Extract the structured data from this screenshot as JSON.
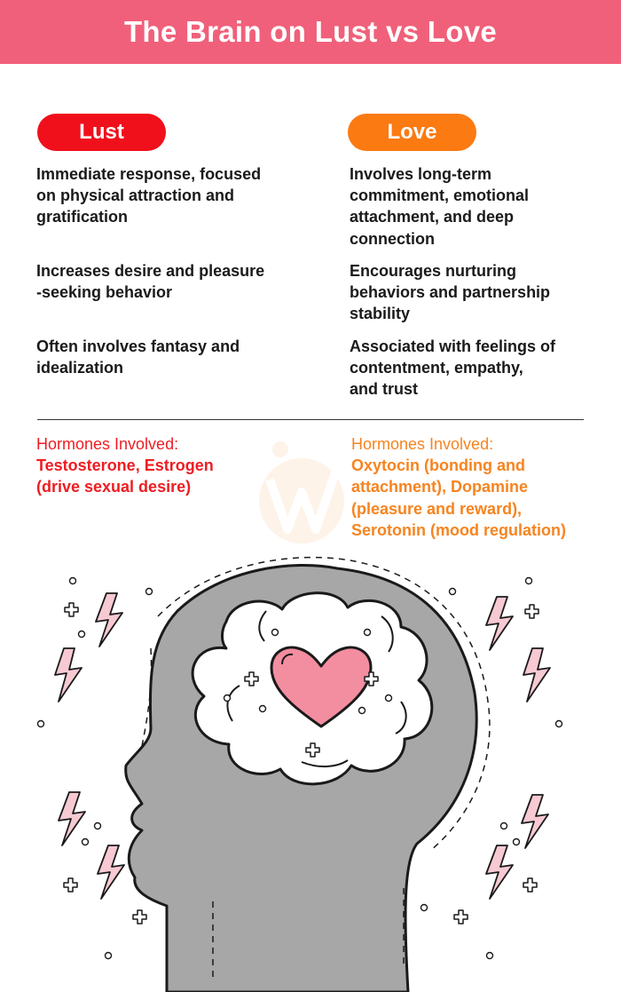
{
  "title": "The Brain on Lust vs Love",
  "lust": {
    "label": "Lust",
    "points": [
      "Immediate response, focused\non physical attraction and\ngratification",
      "Increases desire and pleasure\n-seeking behavior",
      "Often involves fantasy and\nidealization"
    ],
    "hormones_heading": "Hormones Involved:",
    "hormones_text": "Testosterone, Estrogen\n(drive sexual desire)"
  },
  "love": {
    "label": "Love",
    "points": [
      "Involves long-term\ncommitment, emotional\nattachment, and deep\nconnection",
      "Encourages nurturing\nbehaviors and partnership\nstability",
      "Associated with feelings of\ncontentment, empathy,\nand trust"
    ],
    "hormones_heading": "Hormones Involved:",
    "hormones_text": "Oxytocin (bonding and\nattachment), Dopamine\n(pleasure and reward),\nSerotonin (mood regulation)"
  },
  "colors": {
    "header_bg": "#f0607a",
    "lust": "#f0101c",
    "love": "#fb7a12",
    "lust_text": "#ee1d23",
    "love_text": "#f68420",
    "head_fill": "#a7a7a7",
    "heart": "#f38da0",
    "bolt": "#f7c9d3"
  },
  "illustration": {
    "icons": [
      "head-silhouette-icon",
      "brain-cloud-icon",
      "heart-icon",
      "lightning-bolt-icon",
      "sparkle-plus-icon",
      "sparkle-circle-icon"
    ]
  }
}
